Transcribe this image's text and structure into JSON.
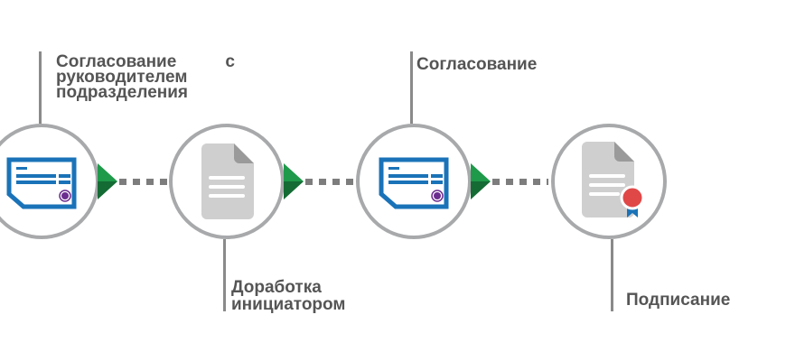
{
  "steps": [
    {
      "label_line1": "Согласование",
      "label_word2": "с",
      "label_line2": "руководителем",
      "label_line3": "подразделения",
      "icon": "approval-card-icon"
    },
    {
      "label_line1": "Доработка",
      "label_line2": "инициатором",
      "icon": "document-icon"
    },
    {
      "label_line1": "Согласование",
      "icon": "approval-card-icon"
    },
    {
      "label_line1": "Подписание",
      "icon": "signed-document-icon"
    }
  ],
  "colors": {
    "ring": "#a7a9ab",
    "card": "#1a73b8",
    "seal": "#6b2d8f",
    "arrow": "#1e9a4a",
    "doc": "#cfcfcf",
    "badge": "#e04848",
    "ribbon": "#1a73b8",
    "text": "#555555"
  }
}
